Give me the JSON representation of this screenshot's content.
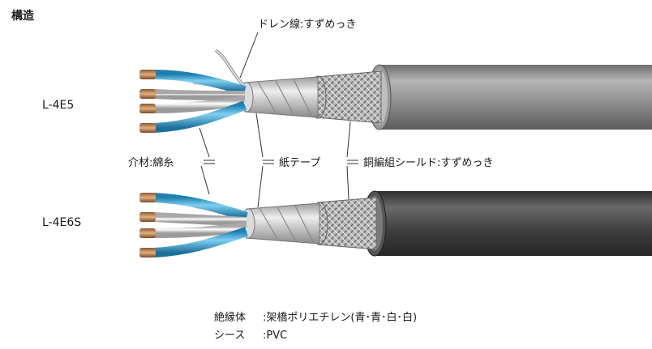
{
  "title": "構造",
  "models": {
    "top": "L-4E5",
    "bottom": "L-4E6S"
  },
  "callouts": {
    "drain": "ドレン線:すずめっき",
    "filler": "介材:綿糸",
    "paper_tape": "紙テープ",
    "braid": "銅編組シールド:すずめっき"
  },
  "legend": {
    "insulation_label": "絶縁体",
    "insulation_value": ":架橋ポリエチレン(青･青･白･白)",
    "sheath_label": "シース",
    "sheath_value": ":PVC"
  },
  "colors": {
    "sheath_top": "#8a8a8a",
    "sheath_bottom": "#4a4a4a",
    "wire_blue": "#3aa6d6",
    "wire_white": "#f2f2f2",
    "copper": "#c08a5a"
  }
}
